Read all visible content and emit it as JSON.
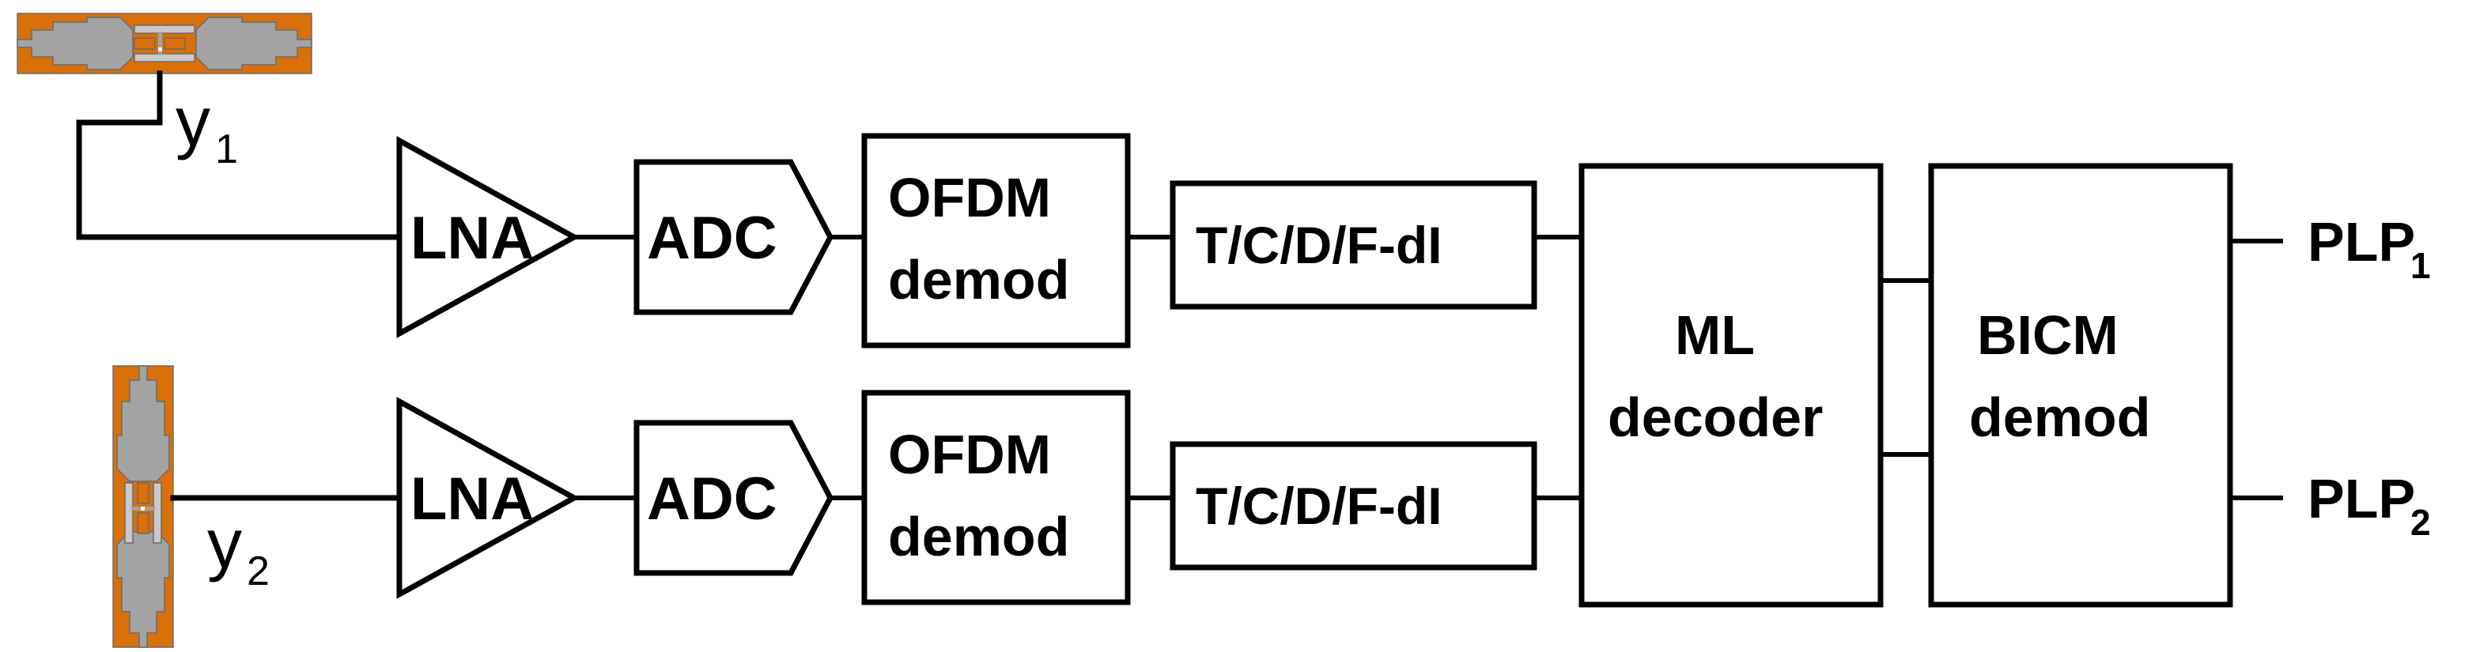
{
  "figure": {
    "kind": "block-diagram",
    "title": "MIMO OFDM receiver chain block diagram",
    "colors": {
      "antenna_substrate": "#D97009",
      "antenna_metal": "#A3A3A3",
      "antenna_outline": "#6B6B6B",
      "line": "#000000",
      "background": "#FFFFFF"
    }
  },
  "antennas": [
    {
      "id": "antenna-1",
      "orientation": "horizontal",
      "signal_label": "y",
      "signal_subscript": "1"
    },
    {
      "id": "antenna-2",
      "orientation": "vertical",
      "signal_label": "y",
      "signal_subscript": "2"
    }
  ],
  "signals": {
    "y1": {
      "base": "y",
      "sub": "1"
    },
    "y2": {
      "base": "y",
      "sub": "2"
    }
  },
  "chains": [
    {
      "id": "chain-1",
      "blocks": [
        {
          "id": "lna-1",
          "label": "LNA",
          "shape": "triangle"
        },
        {
          "id": "adc-1",
          "label": "ADC",
          "shape": "pentagon"
        },
        {
          "id": "ofdm-1",
          "line1": "OFDM",
          "line2": "demod",
          "shape": "rect"
        },
        {
          "id": "deint-1",
          "label": "T/C/D/F-dI",
          "shape": "rect"
        }
      ]
    },
    {
      "id": "chain-2",
      "blocks": [
        {
          "id": "lna-2",
          "label": "LNA",
          "shape": "triangle"
        },
        {
          "id": "adc-2",
          "label": "ADC",
          "shape": "pentagon"
        },
        {
          "id": "ofdm-2",
          "line1": "OFDM",
          "line2": "demod",
          "shape": "rect"
        },
        {
          "id": "deint-2",
          "label": "T/C/D/F-dI",
          "shape": "rect"
        }
      ]
    }
  ],
  "shared_blocks": [
    {
      "id": "ml-decoder",
      "line1": "ML",
      "line2": "decoder",
      "shape": "rect"
    },
    {
      "id": "bicm-demod",
      "line1": "BICM",
      "line2": "demod",
      "shape": "rect"
    }
  ],
  "outputs": [
    {
      "id": "plp-1",
      "base": "PLP",
      "sub": "1"
    },
    {
      "id": "plp-2",
      "base": "PLP",
      "sub": "2"
    }
  ]
}
